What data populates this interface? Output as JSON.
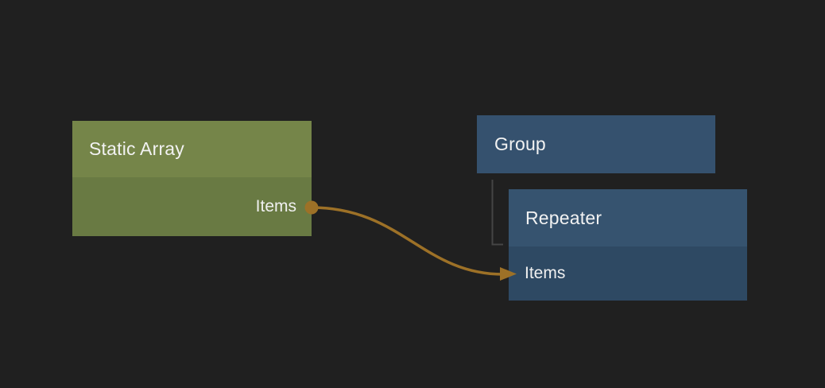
{
  "canvas": {
    "background": "#202020",
    "text_color": "#f2f2f2"
  },
  "nodes": {
    "static_array": {
      "title": "Static Array",
      "header_color": "#758549",
      "body_color": "#697a43",
      "output_port": {
        "label": "Items"
      }
    },
    "group": {
      "title": "Group",
      "header_color": "#35516e"
    },
    "repeater": {
      "title": "Repeater",
      "header_color": "#36536f",
      "body_color": "#2e4963",
      "input_port": {
        "label": "Items"
      }
    }
  },
  "connection": {
    "from": "Static Array / Items",
    "to": "Repeater / Items",
    "color": "#9d7127"
  },
  "group_child_line": {
    "color": "#454545"
  }
}
